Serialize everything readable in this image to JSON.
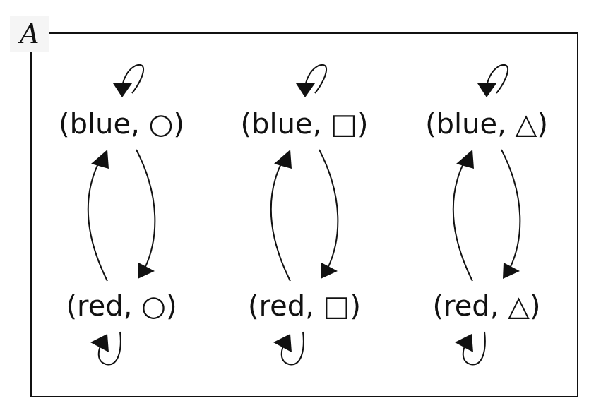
{
  "set_label": "A",
  "nodes": {
    "blue_circle": "(blue, ○)",
    "blue_square": "(blue, □)",
    "blue_triangle": "(blue, △)",
    "red_circle": "(red, ○)",
    "red_square": "(red, □)",
    "red_triangle": "(red, △)"
  }
}
